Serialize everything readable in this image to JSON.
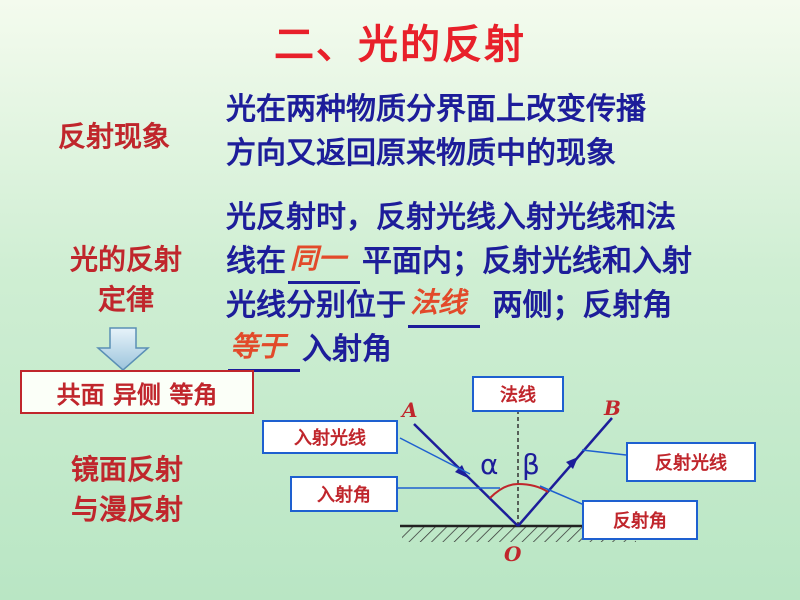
{
  "title": "二、光的反射",
  "sections": {
    "phenomenon": {
      "label": "反射现象",
      "lines": [
        "光在两种物质分界面上改变传播",
        "方向又返回原来物质中的现象"
      ]
    },
    "law": {
      "label_line1": "光的反射",
      "label_line2": "定律",
      "line1": "光反射时，反射光线入射光线和法",
      "line2_pre": "线在",
      "blank1": "同一",
      "line2_post": "平面内；反射光线和入射",
      "line3_pre": "光线分别位于",
      "blank2": "法线",
      "line3_post": "两侧；反射角",
      "blank3": "等于",
      "line4_post": "入射角"
    },
    "summary": "共面  异侧  等角",
    "mirror": {
      "label_line1": "镜面反射",
      "label_line2": "与漫反射"
    }
  },
  "diagram": {
    "normal_label": "法线",
    "incident_ray_label": "入射光线",
    "reflected_ray_label": "反射光线",
    "incident_angle_label": "入射角",
    "reflection_angle_label": "反射角",
    "point_a": "A",
    "point_b": "B",
    "point_o": "O",
    "alpha": "α",
    "beta": "β"
  },
  "colors": {
    "title": "#e8202a",
    "label": "#c0262c",
    "body_text": "#1d1d9a",
    "fill_answer": "#e24a2a",
    "callout_border": "#1e60d0"
  }
}
